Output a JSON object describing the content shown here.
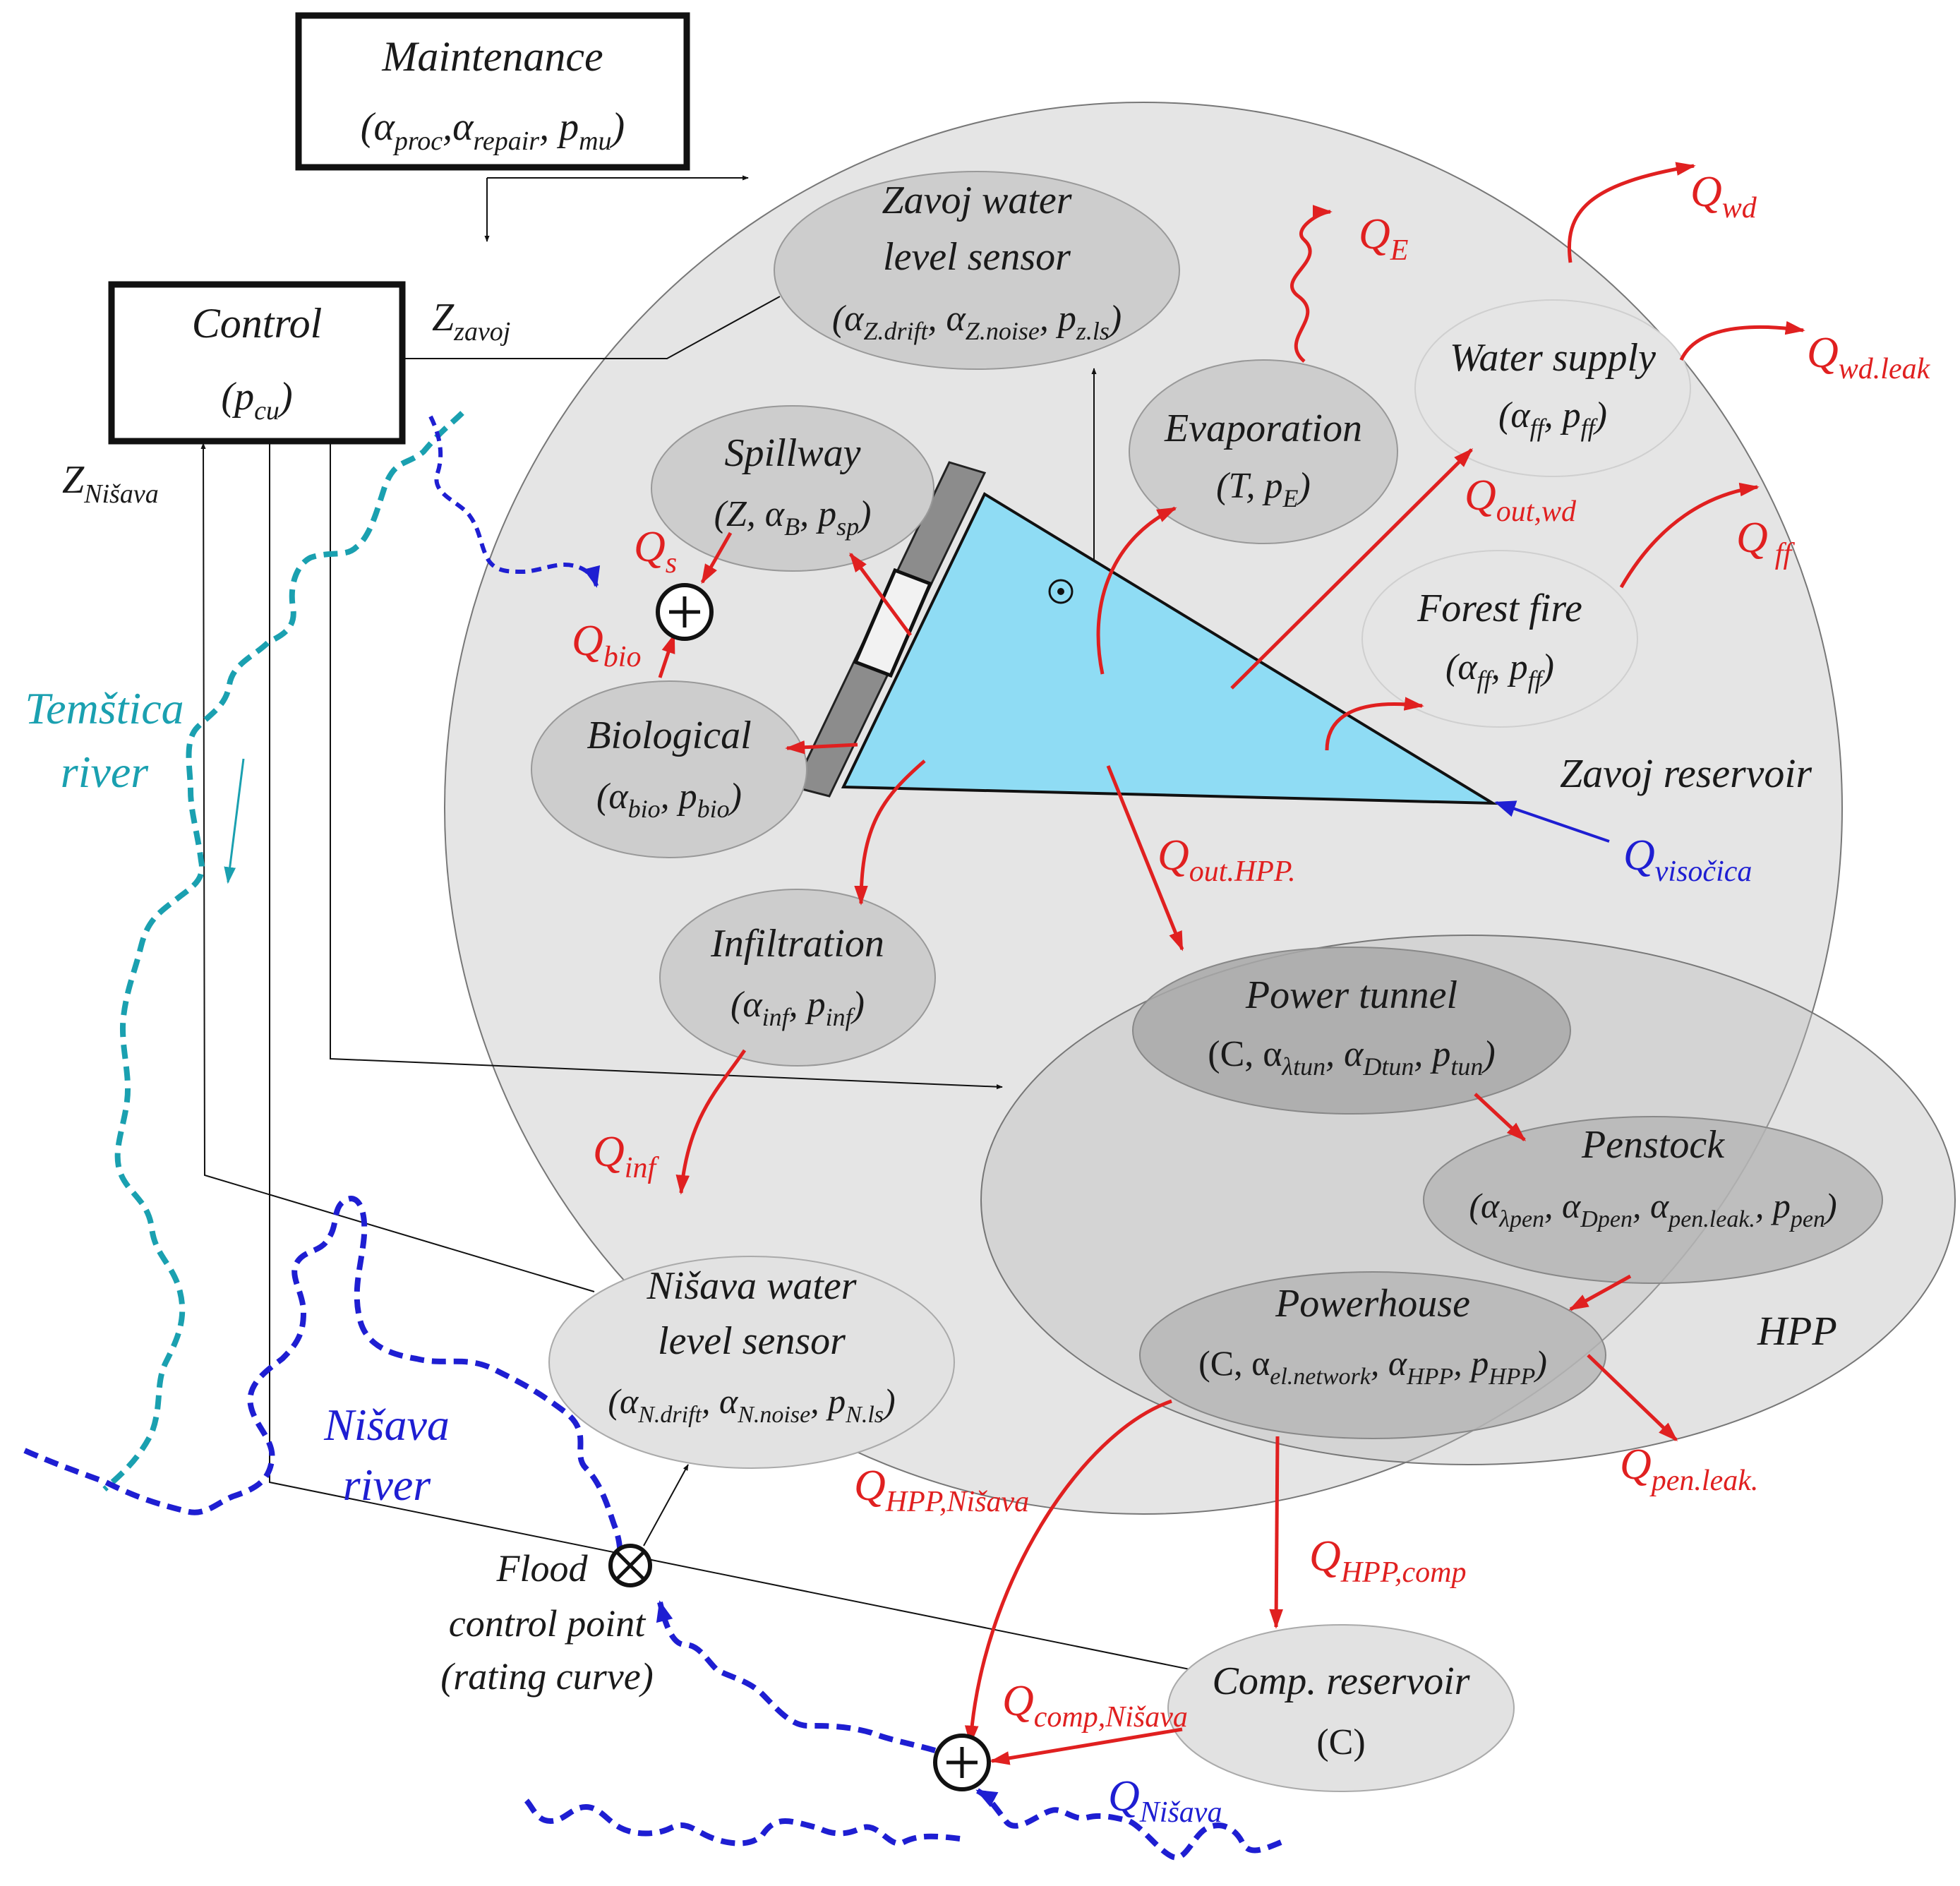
{
  "colors": {
    "red_flow": "#e02020",
    "blue_flow": "#1e1ed2",
    "teal_river": "#1aa0b0",
    "reservoir_water": "#8fdcf4",
    "zone_fill": "#e6e6e6",
    "box_stroke": "#111111"
  },
  "maintenance": {
    "title": "Maintenance",
    "params": {
      "a": "α",
      "proc": "proc",
      "a2": "α",
      "repair": "repair",
      "p": "p",
      "mu": "mu"
    }
  },
  "control": {
    "title": "Control",
    "params": {
      "p": "p",
      "cu": "cu"
    }
  },
  "signals": {
    "z_zavoj": {
      "base": "Z",
      "sub": "zavoj"
    },
    "z_nisava": {
      "base": "Z",
      "sub": "Nišava"
    }
  },
  "zones": {
    "reservoir": "Zavoj reservoir",
    "hpp": "HPP"
  },
  "nodes": {
    "zavoj_sensor": {
      "l1": "Zavoj water",
      "l2": "level sensor",
      "p": [
        "α",
        "Z.drift",
        ", α",
        "Z.noise",
        ", p",
        "z.ls"
      ]
    },
    "spillway": {
      "l1": "Spillway",
      "p": [
        "(Z, α",
        "B",
        ", p",
        "sp",
        ")"
      ]
    },
    "evaporation": {
      "l1": "Evaporation",
      "p": [
        "(T, p",
        "E",
        ")"
      ]
    },
    "water_supply": {
      "l1": "Water supply",
      "p": [
        "(α",
        "ff",
        ", p",
        "ff",
        ")"
      ]
    },
    "forest_fire": {
      "l1": "Forest fire",
      "p": [
        "(α",
        "ff",
        ", p",
        "ff",
        ")"
      ]
    },
    "biological": {
      "l1": "Biological",
      "p": [
        "(α",
        "bio",
        ", p",
        "bio",
        ")"
      ]
    },
    "infiltration": {
      "l1": "Infiltration",
      "p": [
        "(α",
        "inf",
        ", p",
        "inf",
        ")"
      ]
    },
    "power_tunnel": {
      "l1": "Power tunnel",
      "p": [
        "(C, α",
        "λtun",
        ", α",
        "Dtun",
        ", p",
        "tun",
        ")"
      ]
    },
    "penstock": {
      "l1": "Penstock",
      "p": [
        "(α",
        "λpen",
        ", α",
        "Dpen",
        ", α",
        "pen.leak.",
        ", p",
        "pen",
        ")"
      ]
    },
    "powerhouse": {
      "l1": "Powerhouse",
      "p": [
        "(C, α",
        "el.network",
        ", α",
        "HPP",
        ", p",
        "HPP",
        ")"
      ]
    },
    "nisava_sensor": {
      "l1": "Nišava water",
      "l2": "level sensor",
      "p": [
        "(α",
        "N.drift",
        ", α",
        "N.noise",
        ", p",
        "N.ls",
        ")"
      ]
    },
    "comp_reservoir": {
      "l1": "Comp. reservoir",
      "l2": "(C)"
    }
  },
  "flows": {
    "q_wd": {
      "base": "Q",
      "sub": "wd"
    },
    "q_e": {
      "base": "Q",
      "sub": "E"
    },
    "q_wd_leak": {
      "base": "Q",
      "sub": "wd.leak"
    },
    "q_out_wd": {
      "base": "Q",
      "sub": "out,wd"
    },
    "q_ff": {
      "base": "Q",
      "sub": "ff"
    },
    "q_s": {
      "base": "Q",
      "sub": "s"
    },
    "q_bio": {
      "base": "Q",
      "sub": "bio"
    },
    "q_out_hpp": {
      "base": "Q",
      "sub": "out.HPP."
    },
    "q_visocica": {
      "base": "Q",
      "sub": "visočica"
    },
    "q_inf": {
      "base": "Q",
      "sub": "inf"
    },
    "q_hpp_nisava": {
      "base": "Q",
      "sub": "HPP,Nišava"
    },
    "q_hpp_comp": {
      "base": "Q",
      "sub": "HPP,comp"
    },
    "q_pen_leak": {
      "base": "Q",
      "sub": "pen.leak."
    },
    "q_comp_nisava": {
      "base": "Q",
      "sub": "comp,Nišava"
    },
    "q_nisava": {
      "base": "Q",
      "sub": "Nišava"
    }
  },
  "rivers": {
    "temstica": {
      "l1": "Temštica",
      "l2": "river"
    },
    "nisava": {
      "l1": "Nišava",
      "l2": "river"
    }
  },
  "flood_point": {
    "l1": "Flood",
    "l2": "control point",
    "l3": "(rating curve)"
  }
}
